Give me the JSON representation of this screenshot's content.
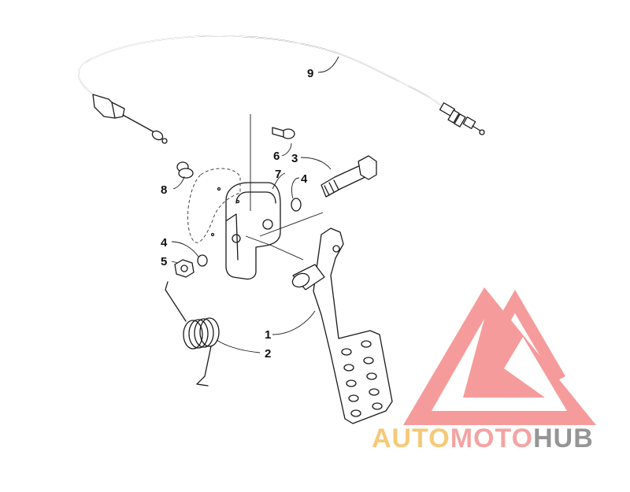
{
  "callouts": {
    "c1": "1",
    "c2": "2",
    "c3": "3",
    "c4a": "4",
    "c4b": "4",
    "c5": "5",
    "c6": "6",
    "c7": "7",
    "c8": "8",
    "c9": "9"
  },
  "watermark": {
    "part1": "AUTO",
    "part2": "MOTO",
    "part3": "HUB",
    "color_auto": "#f6c46a",
    "color_moto": "#f39a9a",
    "color_hub": "#8a8a8a",
    "color_mark": "#f58a8a"
  }
}
